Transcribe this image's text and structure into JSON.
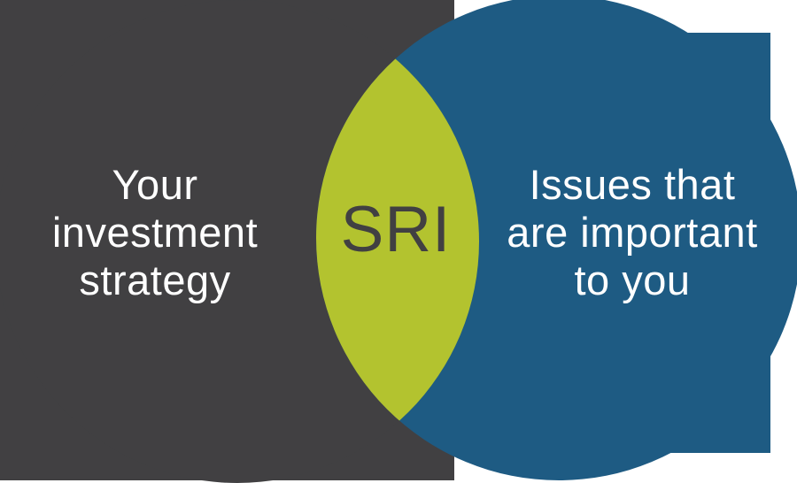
{
  "diagram": {
    "type": "venn-overlap",
    "left_region": {
      "lines": [
        "Your",
        "investment",
        "strategy"
      ]
    },
    "overlap_region": {
      "label": "SRI"
    },
    "right_region": {
      "lines": [
        "Issues that",
        "are important",
        "to you"
      ]
    }
  },
  "colors": {
    "gray": "#414042",
    "blue": "#1e5b83",
    "green": "#b3c32f",
    "label_text": "#ffffff",
    "overlap_text": "#414042"
  }
}
